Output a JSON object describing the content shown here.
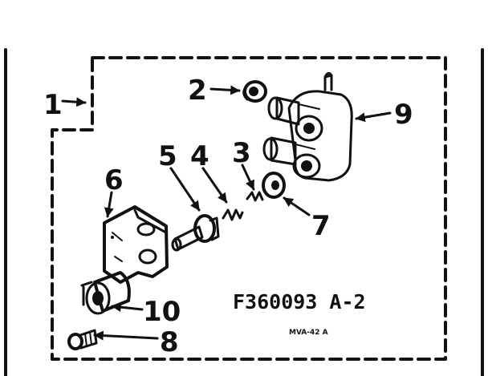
{
  "diagram": {
    "callouts": {
      "c1": "1",
      "c2": "2",
      "c3": "3",
      "c4": "4",
      "c5": "5",
      "c6": "6",
      "c7": "7",
      "c8": "8",
      "c9": "9",
      "c10": "10"
    },
    "part_number": "F360093 A-2",
    "drawing_code": "MVA-42 A"
  }
}
